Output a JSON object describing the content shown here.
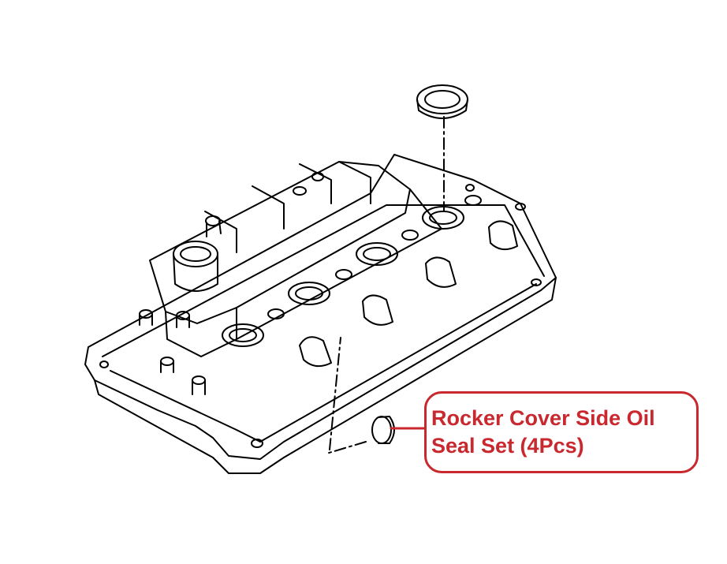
{
  "callout": {
    "line1": "Rocker Cover Side Oil",
    "line2": "Seal Set (4Pcs)",
    "color": "#c8282e"
  },
  "diagram": {
    "subject": "rocker cover with oil seals"
  }
}
